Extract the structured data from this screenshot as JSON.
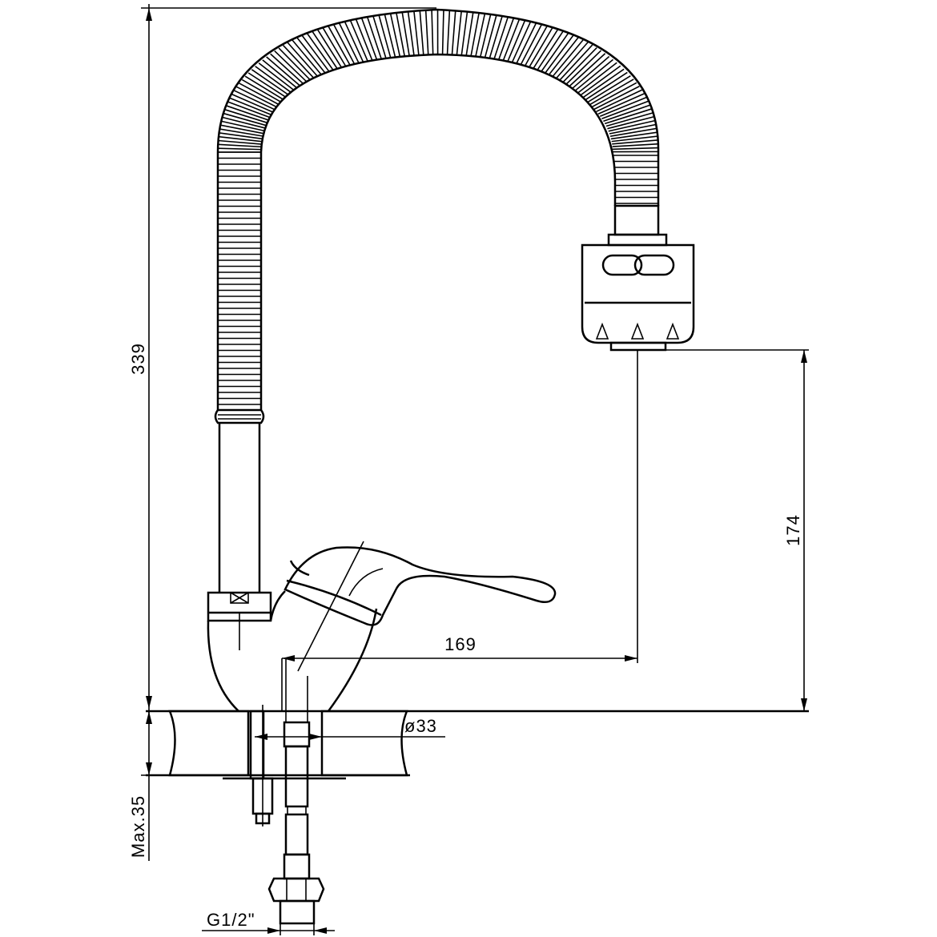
{
  "dimensions": {
    "total_height": "339",
    "spout_height": "174",
    "reach": "169",
    "hole_diameter": "ø33",
    "max_thickness": "Max.35",
    "connection": "G1/2\""
  }
}
